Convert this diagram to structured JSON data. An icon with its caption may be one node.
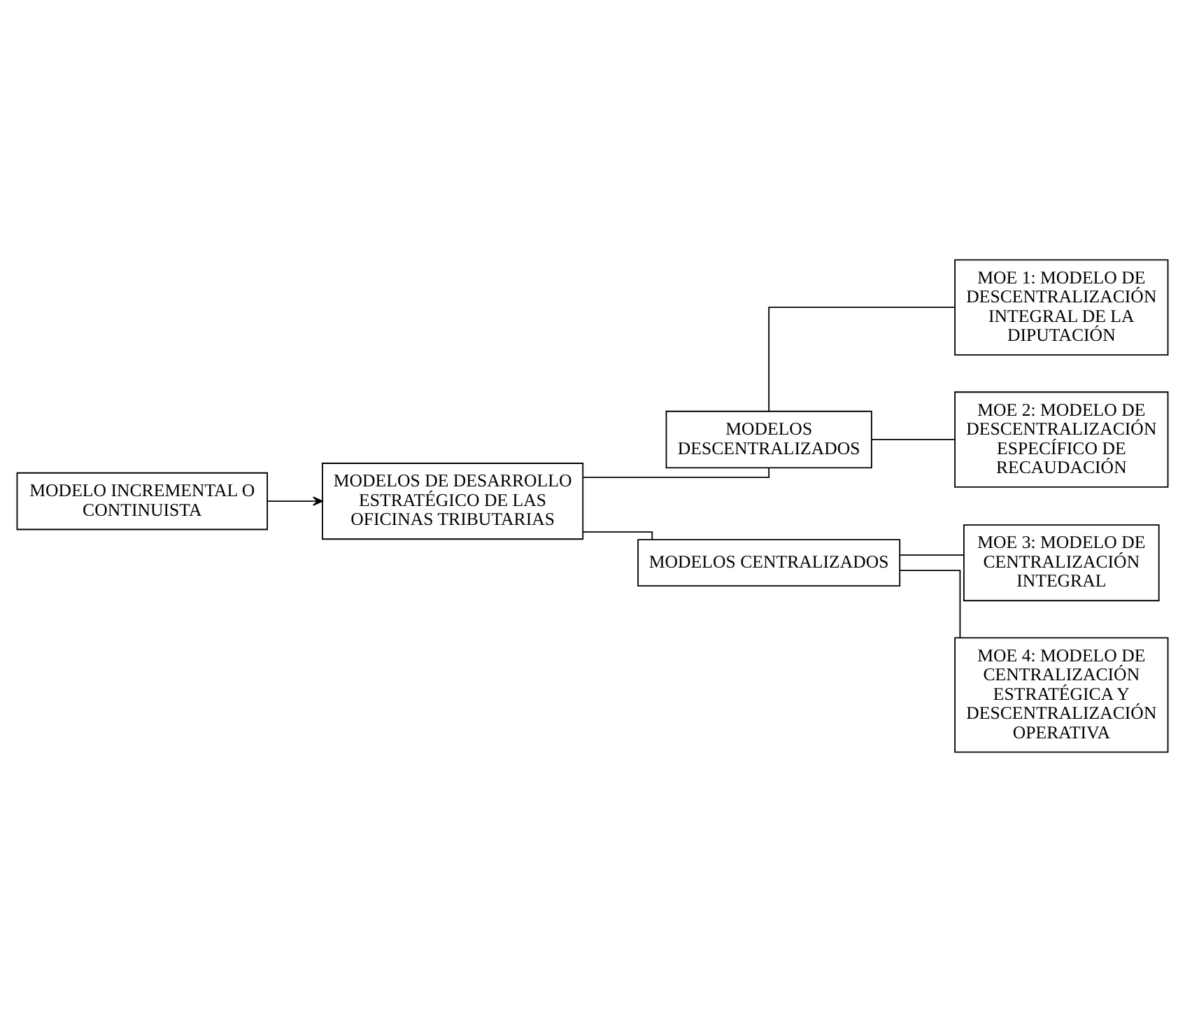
{
  "diagram": {
    "nodes": [
      {
        "text": [
          "MODELO INCREMENTAL O CONTINUISTA"
        ]
      },
      {
        "text": [
          "MODELOS DESCENTRALIZADOS"
        ]
      },
      {
        "text": [
          "MOE 1: MODELO DE DESCENTRALIZACIÓN INTEGRAL DE LA DIPUTACIÓN"
        ]
      },
      {
        "text": [
          "MOE 2: MODELO DE DESCENTRALIZACIÓN ESPECÍFICO DE RECAUDACIÓN"
        ]
      },
      {
        "text": [
          "MODELOS DE DESARROLLO ESTRATÉGICO DE LAS OFICINAS TRIBUTARIAS"
        ]
      },
      {
        "text": [
          "MODELOS CENTRALIZADOS"
        ]
      },
      {
        "text": [
          "MOE 3: MODELO DE CENTRALIZACIÓN INTEGRAL"
        ]
      },
      {
        "text": [
          "MOE 4: MODELO DE CENTRALIZACIÓN ESTRATÉGICA Y DESCENTRALIZACIÓN OPERATIVA"
        ]
      }
    ],
    "edges": [
      {
        "from": 0,
        "to": 4,
        "arrow": "to"
      },
      {
        "from": 4,
        "to": 1,
        "arrow": "none"
      },
      {
        "from": 4,
        "to": 5,
        "arrow": "none"
      },
      {
        "from": 1,
        "to": 2,
        "arrow": "none"
      },
      {
        "from": 1,
        "to": 3,
        "arrow": "none"
      },
      {
        "from": 5,
        "to": 6,
        "arrow": "none"
      },
      {
        "from": 5,
        "to": 7,
        "arrow": "none"
      }
    ]
  }
}
